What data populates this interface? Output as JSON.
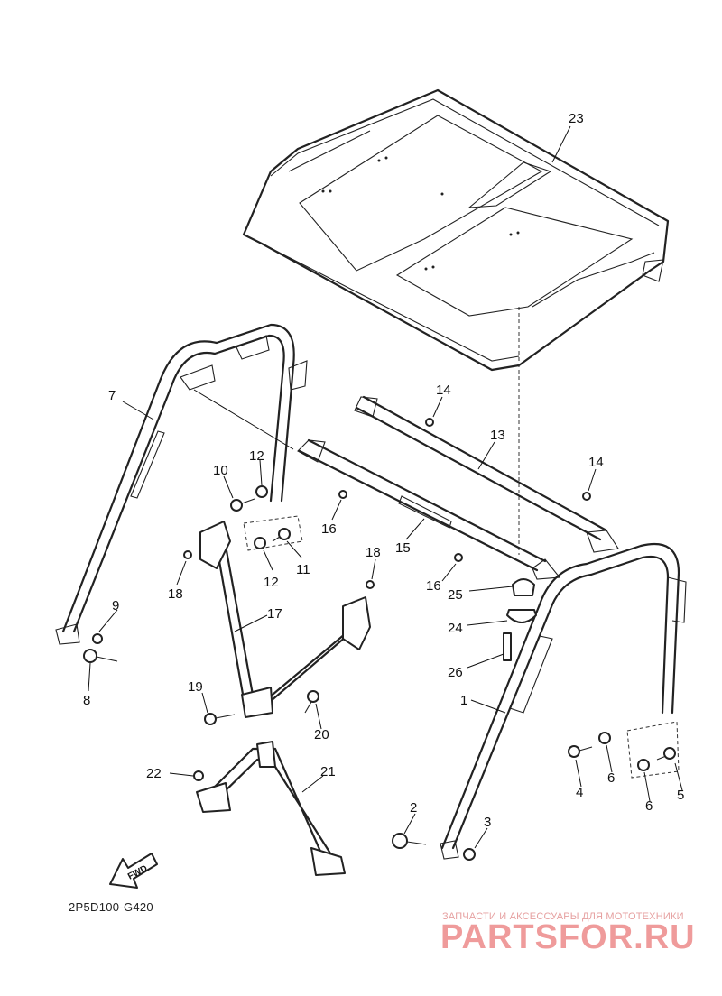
{
  "diagram": {
    "code": "2P5D100-G420",
    "fwd_label": "FWD",
    "callouts": [
      "23",
      "7",
      "14",
      "13",
      "12",
      "10",
      "16",
      "14",
      "11",
      "12",
      "15",
      "18",
      "16",
      "25",
      "18",
      "17",
      "24",
      "9",
      "26",
      "8",
      "1",
      "19",
      "20",
      "4",
      "6",
      "5",
      "6",
      "22",
      "21",
      "2",
      "3"
    ]
  },
  "watermark": {
    "line1": "ЗАПЧАСТИ И АКСЕССУАРЫ ДЛЯ МОТОТЕХНИКИ",
    "line2": "PARTSFOR.RU"
  },
  "colors": {
    "line": "#222222",
    "watermark": "#ef9b9b"
  }
}
